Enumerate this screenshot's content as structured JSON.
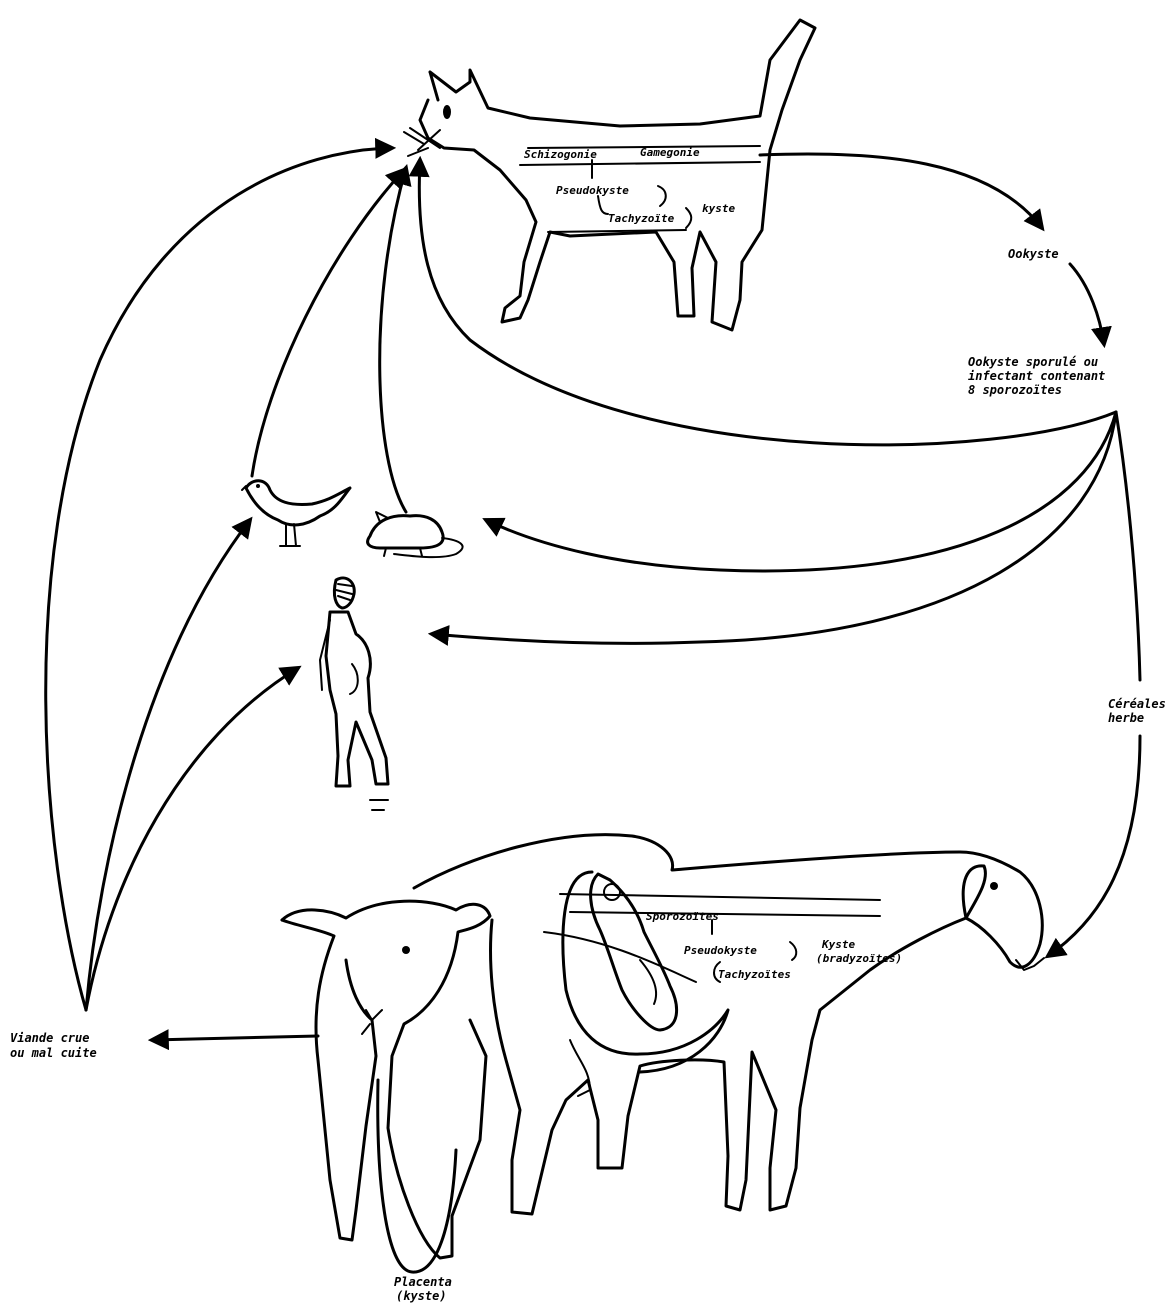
{
  "cat": {
    "schizogonie": "Schizogonie",
    "gamegonie": "Gamegonie",
    "pseudokyste": "Pseudokyste",
    "tachyzoite": "Tachyzoïte",
    "kyste": "kyste"
  },
  "oocyste": "Ookyste",
  "oocyste_sporule": [
    "Ookyste sporulé ou",
    "infectant contenant",
    "8 sporozoïtes"
  ],
  "cereales": [
    "Céréales",
    "herbe"
  ],
  "sheep": {
    "sporozoites": "Sporozoïtes",
    "pseudokyste": "Pseudokyste",
    "tachyzoites": "Tachyzoïtes",
    "kyste": [
      "Kyste",
      "(bradyzoïtes)"
    ]
  },
  "viande": [
    "Viande crue",
    "ou mal cuite"
  ],
  "placenta": [
    "Placenta",
    "(kyste)"
  ],
  "colors": {
    "ink": "#000000",
    "paper": "#ffffff"
  }
}
